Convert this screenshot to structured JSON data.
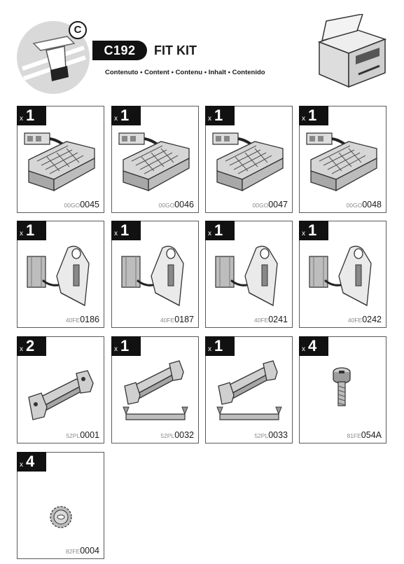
{
  "header": {
    "badge": "C",
    "model": "C192",
    "title": "FIT KIT",
    "contents": "Contenuto • Content • Contenu • Inhalt • Contenido"
  },
  "parts": [
    {
      "qty_prefix": "x",
      "qty": "1",
      "code_prefix": "00GO",
      "code": "0045",
      "icon": "foot-pad-icon"
    },
    {
      "qty_prefix": "x",
      "qty": "1",
      "code_prefix": "00GO",
      "code": "0046",
      "icon": "foot-pad-icon"
    },
    {
      "qty_prefix": "x",
      "qty": "1",
      "code_prefix": "00GO",
      "code": "0047",
      "icon": "foot-pad-icon"
    },
    {
      "qty_prefix": "x",
      "qty": "1",
      "code_prefix": "00GO",
      "code": "0048",
      "icon": "foot-pad-icon"
    },
    {
      "qty_prefix": "x",
      "qty": "1",
      "code_prefix": "40FE",
      "code": "0186",
      "icon": "clamp-bracket-icon"
    },
    {
      "qty_prefix": "x",
      "qty": "1",
      "code_prefix": "40FE",
      "code": "0187",
      "icon": "clamp-bracket-icon"
    },
    {
      "qty_prefix": "x",
      "qty": "1",
      "code_prefix": "40FE",
      "code": "0241",
      "icon": "clamp-bracket-icon"
    },
    {
      "qty_prefix": "x",
      "qty": "1",
      "code_prefix": "40FE",
      "code": "0242",
      "icon": "clamp-bracket-icon"
    },
    {
      "qty_prefix": "x",
      "qty": "2",
      "code_prefix": "52PL",
      "code": "0001",
      "icon": "plastic-holder-icon"
    },
    {
      "qty_prefix": "x",
      "qty": "1",
      "code_prefix": "52PL",
      "code": "0032",
      "icon": "holder-with-rail-icon"
    },
    {
      "qty_prefix": "x",
      "qty": "1",
      "code_prefix": "52PL",
      "code": "0033",
      "icon": "holder-with-rail-icon"
    },
    {
      "qty_prefix": "x",
      "qty": "4",
      "code_prefix": "81FE",
      "code": "054A",
      "icon": "screw-icon"
    },
    {
      "qty_prefix": "x",
      "qty": "4",
      "code_prefix": "82FE",
      "code": "0004",
      "icon": "lock-washer-icon"
    }
  ]
}
